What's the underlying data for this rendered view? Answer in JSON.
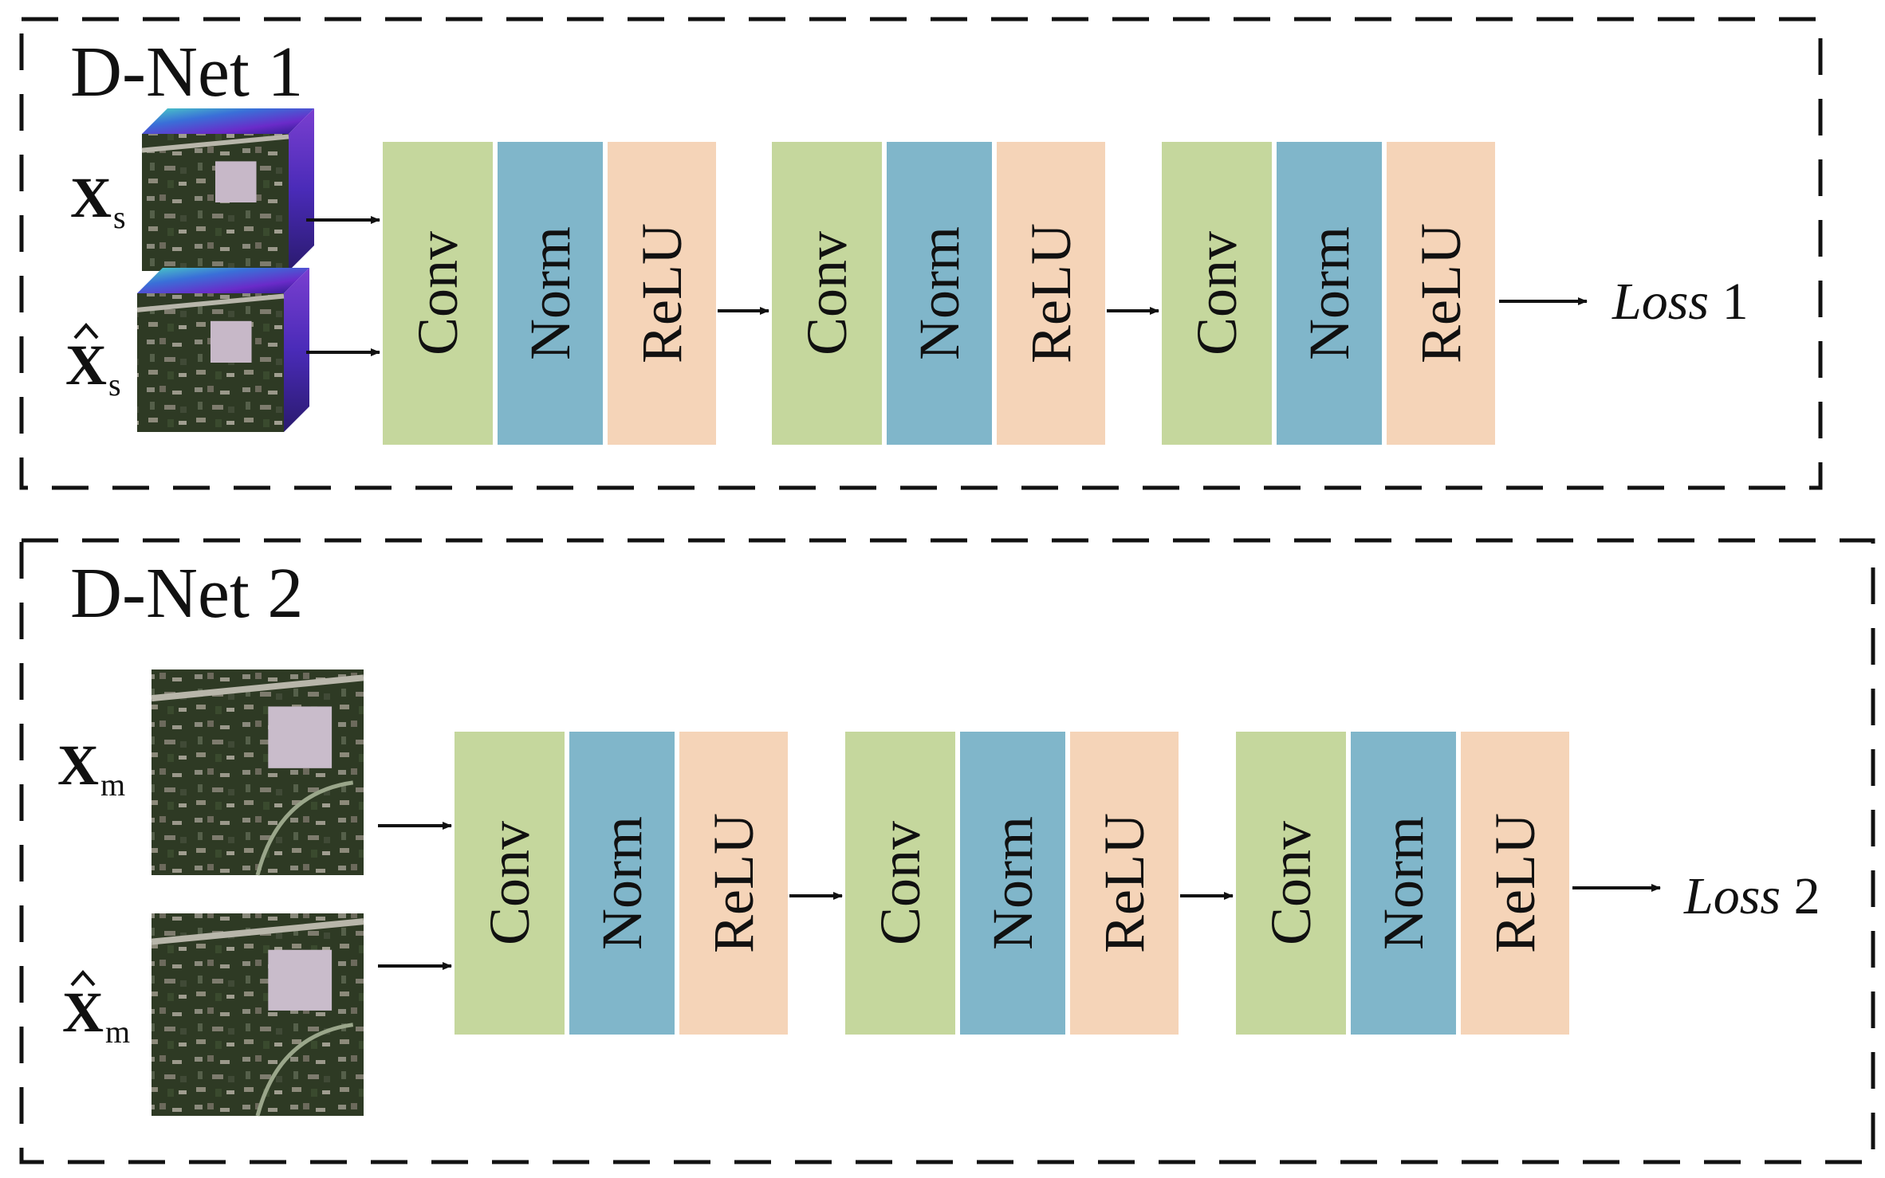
{
  "colors": {
    "conv": "#c5d79d",
    "norm": "#80b6ca",
    "relu": "#f5d4b8",
    "border": "#111111"
  },
  "panels": [
    {
      "title": "D-Net 1",
      "inputs": [
        {
          "symbol": "X",
          "hat": false,
          "subscript": "s",
          "image": "hyperspectral-cube"
        },
        {
          "symbol": "X",
          "hat": true,
          "subscript": "s",
          "image": "hyperspectral-cube"
        }
      ],
      "blocks": [
        [
          "Conv",
          "Norm",
          "ReLU"
        ],
        [
          "Conv",
          "Norm",
          "ReLU"
        ],
        [
          "Conv",
          "Norm",
          "ReLU"
        ]
      ],
      "loss": {
        "word": "Loss",
        "number": "1"
      }
    },
    {
      "title": "D-Net 2",
      "inputs": [
        {
          "symbol": "X",
          "hat": false,
          "subscript": "m",
          "image": "multispectral-image"
        },
        {
          "symbol": "X",
          "hat": true,
          "subscript": "m",
          "image": "multispectral-image"
        }
      ],
      "blocks": [
        [
          "Conv",
          "Norm",
          "ReLU"
        ],
        [
          "Conv",
          "Norm",
          "ReLU"
        ],
        [
          "Conv",
          "Norm",
          "ReLU"
        ]
      ],
      "loss": {
        "word": "Loss",
        "number": "2"
      }
    }
  ]
}
